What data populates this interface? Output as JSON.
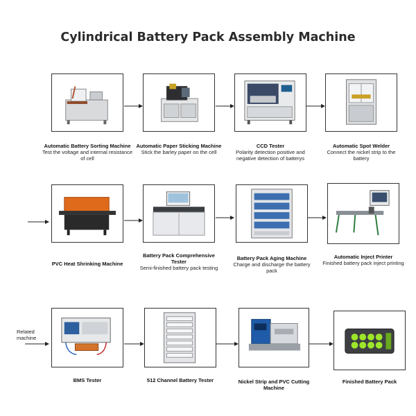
{
  "title": "Cylindrical Battery Pack Assembly Machine",
  "related_label": "Related machine",
  "steps": [
    {
      "title": "Automatic Battery Sorting Machine",
      "desc": "Test the voltage and internal resistance of cell"
    },
    {
      "title": "Automatic Paper Sticking Machine",
      "desc": "Stick the barley paper on the cell"
    },
    {
      "title": "CCD Tester",
      "desc": "Polarity detection positive and negative detection of batterys"
    },
    {
      "title": "Automatic Spot Welder",
      "desc": "Connect the nickel strip to the battery"
    },
    {
      "title": "PVC Heat Shrinking Machine",
      "desc": ""
    },
    {
      "title": "Battery Pack Comprehensive Tester",
      "desc": "Semi-finished battery pack testing"
    },
    {
      "title": "Battery Pack Aging Machine",
      "desc": "Charge and discharge the battery pack"
    },
    {
      "title": "Automatic Inject Printer",
      "desc": "Finished battery pack inject printing"
    },
    {
      "title": "BMS Tester",
      "desc": ""
    },
    {
      "title": "512 Channel Battery Tester",
      "desc": ""
    },
    {
      "title": "Nickel Strip and PVC Cutting Machine",
      "desc": ""
    },
    {
      "title": "Finished Battery Pack",
      "desc": ""
    }
  ]
}
